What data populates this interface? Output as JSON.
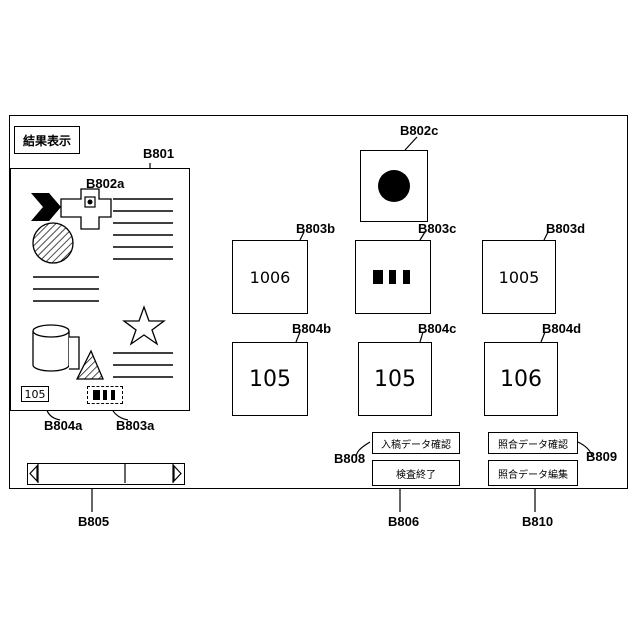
{
  "header": {
    "result_display": "結果表示"
  },
  "labels": {
    "b801": "B801",
    "b802a": "B802a",
    "b802c": "B802c",
    "b803a": "B803a",
    "b803b": "B803b",
    "b803c": "B803c",
    "b803d": "B803d",
    "b804a": "B804a",
    "b804b": "B804b",
    "b804c": "B804c",
    "b804d": "B804d",
    "b805": "B805",
    "b806": "B806",
    "b808": "B808",
    "b809": "B809",
    "b810": "B810"
  },
  "document": {
    "small_value": "105",
    "small_blocks": "▌▌▌"
  },
  "fields": {
    "b803b_value": "1006",
    "b803d_value": "1005",
    "b804b_value": "105",
    "b804c_value": "105",
    "b804d_value": "106"
  },
  "buttons": {
    "input_data_confirm": "入稿データ確認",
    "inspection_end": "検査終了",
    "collation_data_confirm": "照合データ確認",
    "collation_data_edit": "照合データ編集"
  },
  "icons": {
    "seal": "black-circle-seal",
    "blocks": "three-black-blocks",
    "scroll_left": "left-triangle",
    "scroll_right": "right-triangle"
  }
}
